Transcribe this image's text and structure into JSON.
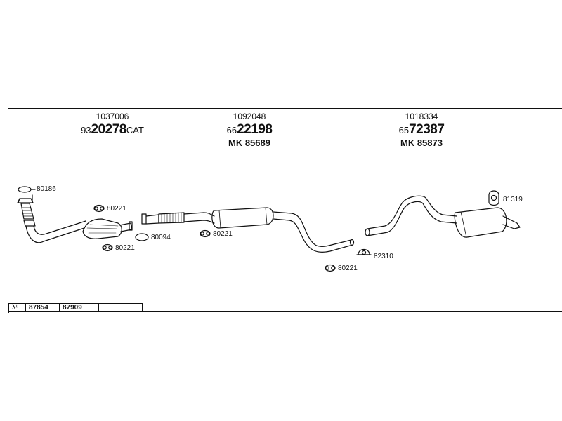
{
  "headers": [
    {
      "sup": "1037006",
      "pre": "93",
      "big": "20278",
      "suf": "CAT",
      "mk": ""
    },
    {
      "sup": "1092048",
      "pre": "66",
      "big": "22198",
      "suf": "",
      "mk": "MK  85689"
    },
    {
      "sup": "1018334",
      "pre": "65",
      "big": "72387",
      "suf": "",
      "mk": "MK  85873"
    }
  ],
  "labels": {
    "l80186": "80186",
    "l80221_a": "80221",
    "l80094": "80094",
    "l80221_b": "80221",
    "l80221_c": "80221",
    "l80221_d": "80221",
    "l82310": "82310",
    "l81319": "81319"
  },
  "ref_table": {
    "symbol": "λ¹",
    "cells": [
      "87854",
      "87909",
      ""
    ]
  }
}
